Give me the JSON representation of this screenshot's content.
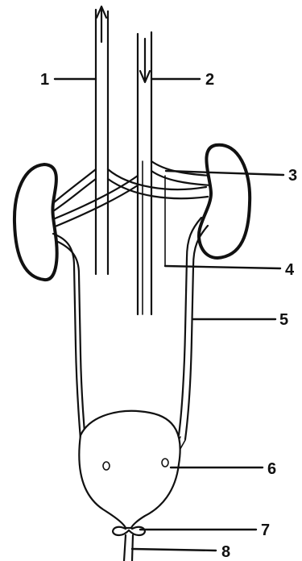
{
  "labels": {
    "l1": "1",
    "l2": "2",
    "l3": "3",
    "l4": "4",
    "l5": "5",
    "l6": "6",
    "l7": "7",
    "l8": "8"
  },
  "colors": {
    "ink": "#111111",
    "background": "#ffffff"
  }
}
